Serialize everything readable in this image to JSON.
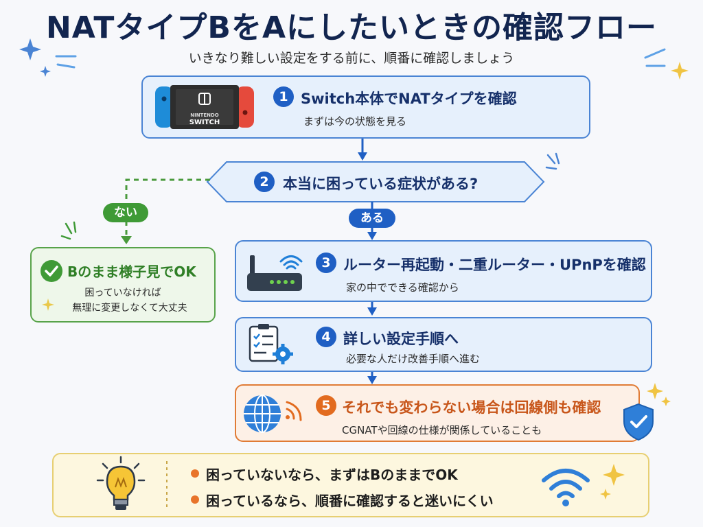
{
  "header": {
    "title": "NATタイプBをAにしたいときの確認フロー",
    "subtitle": "いきなり難しい設定をする前に、順番に確認しましょう"
  },
  "switch_icon": {
    "brand_line1": "NINTENDO",
    "brand_line2": "SWITCH"
  },
  "steps": [
    {
      "number": "1",
      "title": "Switch本体でNATタイプを確認",
      "subtitle": "まずは今の状態を見る"
    },
    {
      "number": "2",
      "title": "本当に困っている症状がある?"
    },
    {
      "number": "3",
      "title": "ルーター再起動・二重ルーター・UPnPを確認",
      "subtitle": "家の中でできる確認から"
    },
    {
      "number": "4",
      "title": "詳しい設定手順へ",
      "subtitle": "必要な人だけ改善手順へ進む"
    },
    {
      "number": "5",
      "title": "それでも変わらない場合は回線側も確認",
      "subtitle": "CGNATや回線の仕様が関係していることも"
    }
  ],
  "branches": {
    "no_label": "ない",
    "yes_label": "ある"
  },
  "no_result": {
    "title": "Bのまま様子見でOK",
    "line1": "困っていなければ",
    "line2": "無理に変更しなくて大丈夫"
  },
  "summary": {
    "bullets": [
      "困っていないなら、まずはBのままでOK",
      "困っているなら、順番に確認すると迷いにくい"
    ]
  },
  "colors": {
    "primary_blue": "#1f5fc4",
    "green": "#3f9a36",
    "orange": "#e26b1f",
    "yellow_card": "#fdf7df"
  }
}
